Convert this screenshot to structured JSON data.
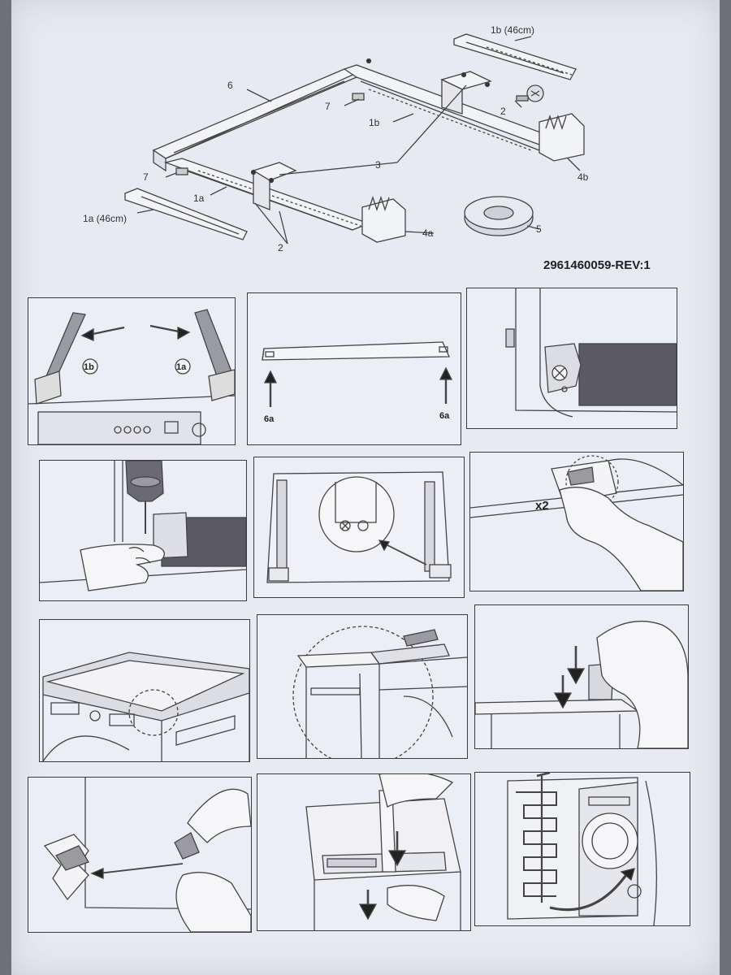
{
  "document": {
    "doc_number": "2961460059-REV:1"
  },
  "exploded_view": {
    "labels": {
      "p1b_46": "1b (46cm)",
      "p6": "6",
      "p7_top": "7",
      "p2_top": "2",
      "p1b": "1b",
      "p3": "3",
      "p7_left": "7",
      "p1a": "1a",
      "p4b": "4b",
      "p1a_46": "1a (46cm)",
      "p2_bottom": "2",
      "p4a": "4a",
      "p5": "5"
    }
  },
  "steps": {
    "s1": {
      "left_badge": "1b",
      "right_badge": "1a"
    },
    "s2": {
      "left_label": "6a",
      "right_label": "6a"
    },
    "s6": {
      "count": "x2"
    }
  },
  "colors": {
    "paper": "#e8eaf2",
    "ink": "#333333",
    "panel_dark": "#5a5a60"
  }
}
